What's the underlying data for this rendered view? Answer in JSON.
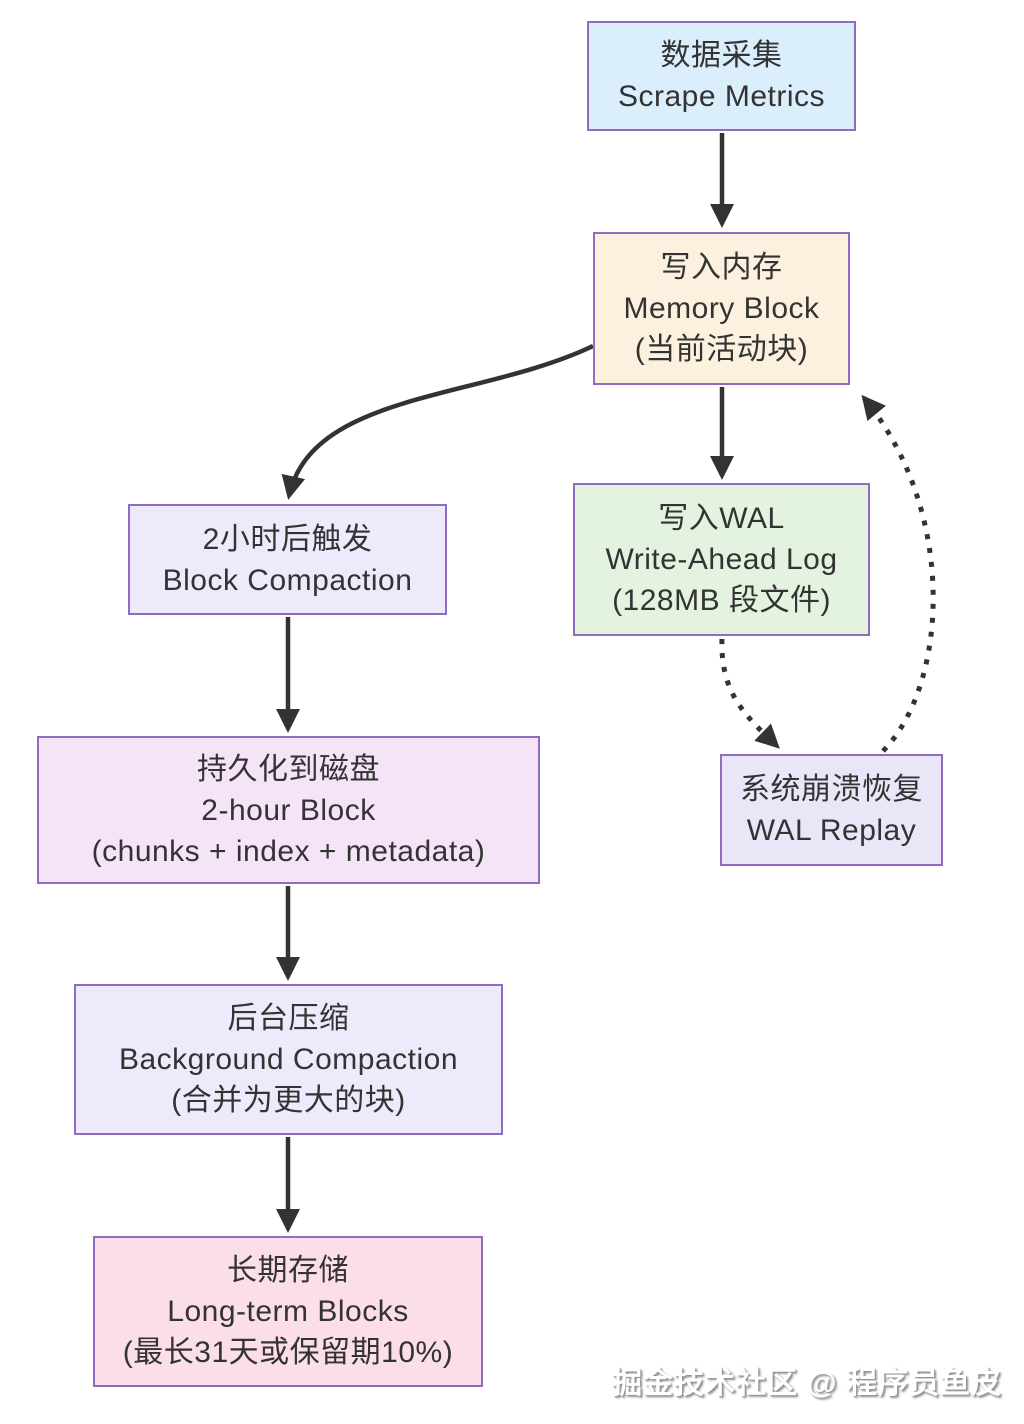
{
  "diagram": {
    "nodes": [
      {
        "id": "scrape",
        "lines": [
          "数据采集",
          "Scrape Metrics"
        ],
        "bg": "#daeefb"
      },
      {
        "id": "memory",
        "lines": [
          "写入内存",
          "Memory Block",
          "(当前活动块)"
        ],
        "bg": "#fcf1de"
      },
      {
        "id": "wal",
        "lines": [
          "写入WAL",
          "Write-Ahead Log",
          "(128MB 段文件)"
        ],
        "bg": "#e4f3df"
      },
      {
        "id": "replay",
        "lines": [
          "系统崩溃恢复",
          "WAL Replay"
        ],
        "bg": "#e9e6f8"
      },
      {
        "id": "compaction",
        "lines": [
          "2小时后触发",
          "Block Compaction"
        ],
        "bg": "#eceafb"
      },
      {
        "id": "block2h",
        "lines": [
          "持久化到磁盘",
          "2-hour Block",
          "(chunks + index + metadata)"
        ],
        "bg": "#f5e4f7"
      },
      {
        "id": "bgcompact",
        "lines": [
          "后台压缩",
          "Background Compaction",
          "(合并为更大的块)"
        ],
        "bg": "#edebfb"
      },
      {
        "id": "longterm",
        "lines": [
          "长期存储",
          "Long-term Blocks",
          "(最长31天或保留期10%)"
        ],
        "bg": "#fbdeea"
      }
    ],
    "edges": [
      {
        "from": "scrape",
        "to": "memory",
        "style": "solid"
      },
      {
        "from": "memory",
        "to": "wal",
        "style": "solid"
      },
      {
        "from": "memory",
        "to": "compaction",
        "style": "solid"
      },
      {
        "from": "compaction",
        "to": "block2h",
        "style": "solid"
      },
      {
        "from": "block2h",
        "to": "bgcompact",
        "style": "solid"
      },
      {
        "from": "bgcompact",
        "to": "longterm",
        "style": "solid"
      },
      {
        "from": "wal",
        "to": "replay",
        "style": "dotted"
      },
      {
        "from": "replay",
        "to": "memory",
        "style": "dotted"
      }
    ]
  },
  "watermark": {
    "text": "掘金技术社区 @ 程序员鱼皮"
  },
  "colors": {
    "node_border": "#8f6cc0",
    "arrow": "#333333",
    "text": "#333333"
  }
}
